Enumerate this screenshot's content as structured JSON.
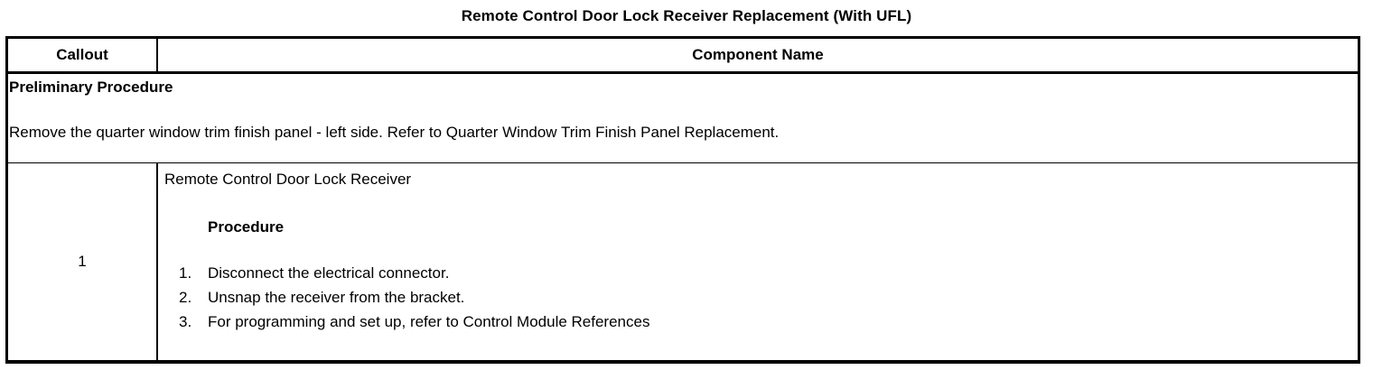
{
  "document": {
    "title": "Remote Control Door Lock Receiver Replacement (With UFL)"
  },
  "table": {
    "headers": {
      "callout": "Callout",
      "component_name": "Component Name"
    },
    "preliminary": {
      "heading": "Preliminary Procedure",
      "text": "Remove the quarter window trim finish panel - left side. Refer to Quarter Window Trim Finish Panel Replacement."
    },
    "rows": [
      {
        "callout": "1",
        "component_name": "Remote Control Door Lock Receiver",
        "procedure_heading": "Procedure",
        "steps": [
          {
            "number": "1.",
            "text": "Disconnect the electrical connector."
          },
          {
            "number": "2.",
            "text": "Unsnap the receiver from the bracket."
          },
          {
            "number": "3.",
            "text": "For programming and set up, refer to Control Module References"
          }
        ]
      }
    ]
  },
  "colors": {
    "text": "#000000",
    "background": "#ffffff",
    "border": "#000000"
  }
}
